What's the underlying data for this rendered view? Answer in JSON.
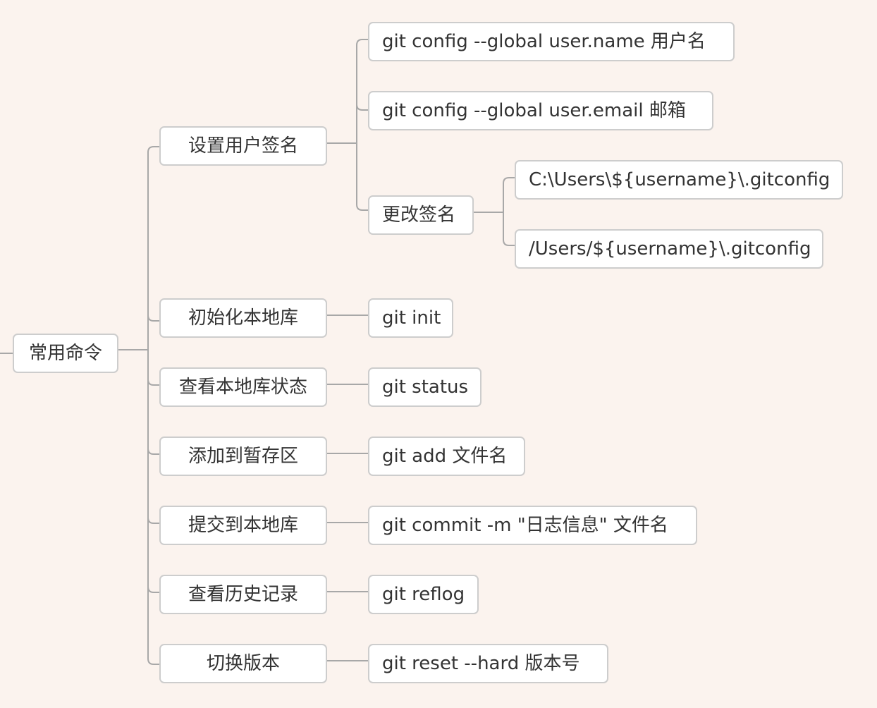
{
  "root": {
    "id": "root",
    "label": "常用命令"
  },
  "branches": [
    {
      "id": "b1",
      "label": "设置用户签名",
      "children": [
        {
          "id": "b1c1",
          "label": "git config --global user.name 用户名"
        },
        {
          "id": "b1c2",
          "label": "git config --global user.email 邮箱"
        },
        {
          "id": "b1c3",
          "label": "更改签名",
          "children": [
            {
              "id": "b1c3a",
              "label": "C:\\Users\\${username}\\.gitconfig"
            },
            {
              "id": "b1c3b",
              "label": "/Users/${username}\\.gitconfig"
            }
          ]
        }
      ]
    },
    {
      "id": "b2",
      "label": "初始化本地库",
      "children": [
        {
          "id": "b2c1",
          "label": "git init"
        }
      ]
    },
    {
      "id": "b3",
      "label": "查看本地库状态",
      "children": [
        {
          "id": "b3c1",
          "label": "git status"
        }
      ]
    },
    {
      "id": "b4",
      "label": "添加到暂存区",
      "children": [
        {
          "id": "b4c1",
          "label": "git add 文件名"
        }
      ]
    },
    {
      "id": "b5",
      "label": "提交到本地库",
      "children": [
        {
          "id": "b5c1",
          "label": "git commit -m \"日志信息\" 文件名"
        }
      ]
    },
    {
      "id": "b6",
      "label": "查看历史记录",
      "children": [
        {
          "id": "b6c1",
          "label": "git reflog"
        }
      ]
    },
    {
      "id": "b7",
      "label": "切换版本",
      "children": [
        {
          "id": "b7c1",
          "label": "git reset --hard 版本号"
        }
      ]
    }
  ],
  "colors": {
    "background": "#fbf3ee",
    "node_fill": "#ffffff",
    "node_border": "#cdcdcd",
    "connector": "#a8a8a8",
    "text": "#333333"
  }
}
